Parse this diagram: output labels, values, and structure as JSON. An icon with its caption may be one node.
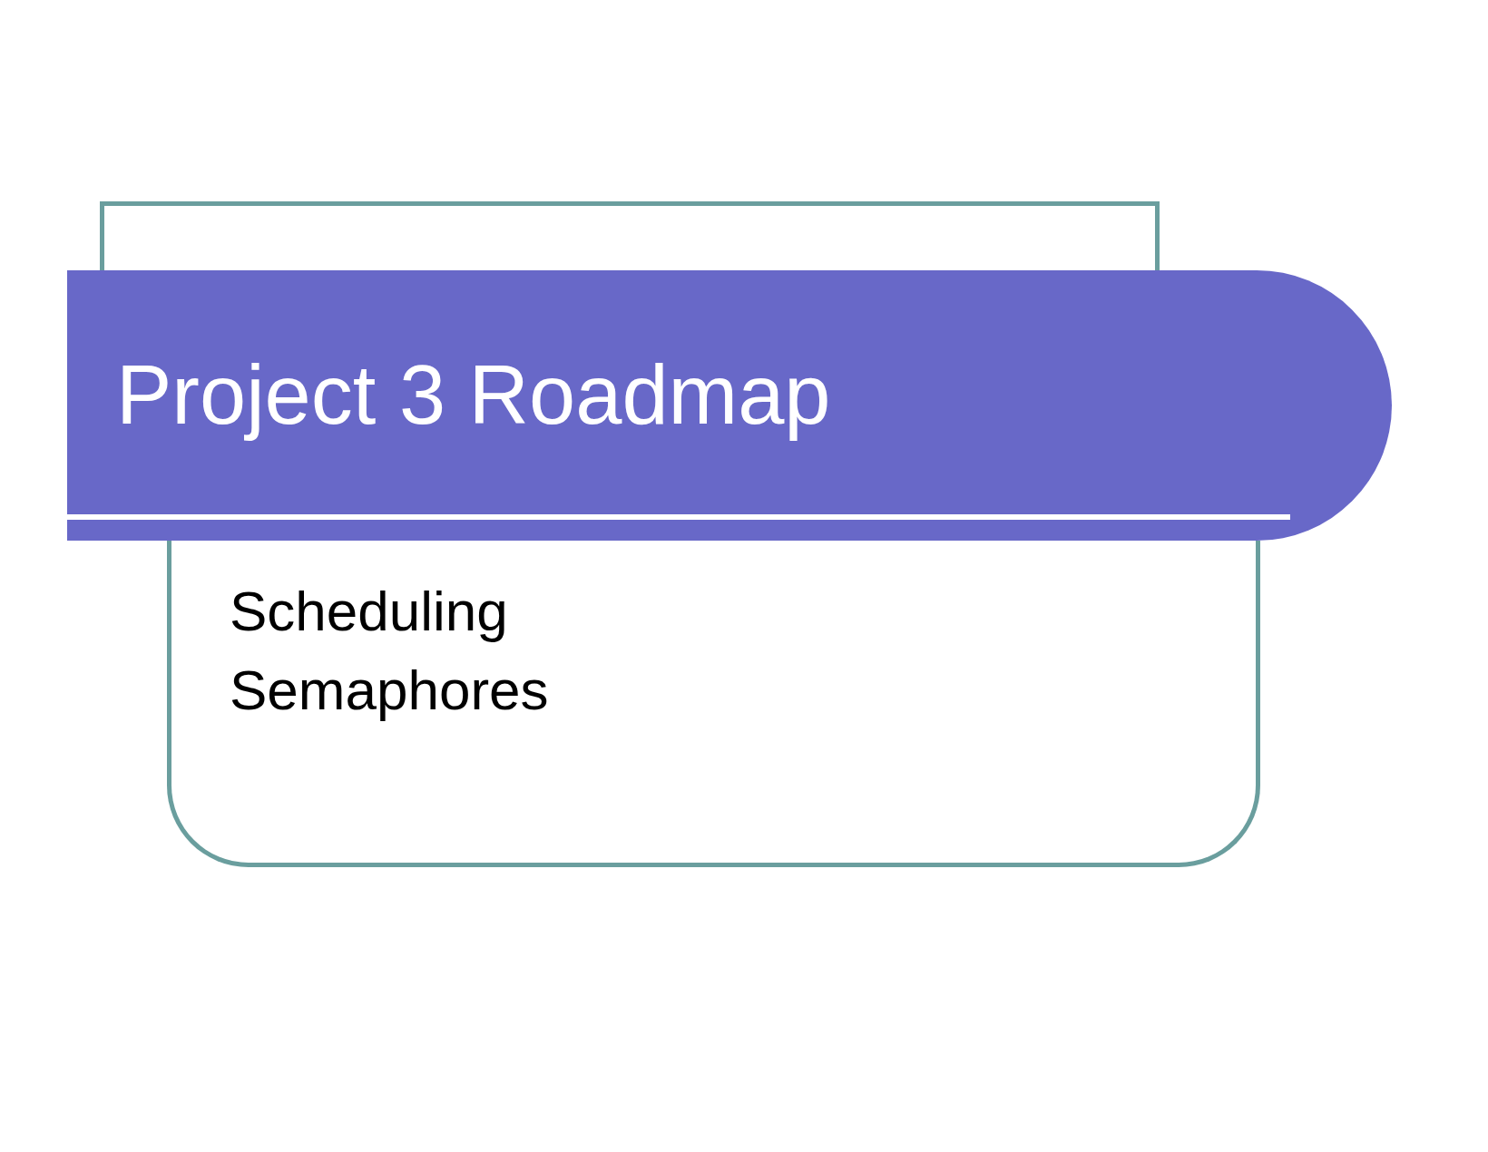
{
  "diagram": {
    "title": "Project 3 Roadmap",
    "nodes": [
      {
        "text": [
          "Scheduling",
          "Semaphores"
        ]
      }
    ]
  }
}
